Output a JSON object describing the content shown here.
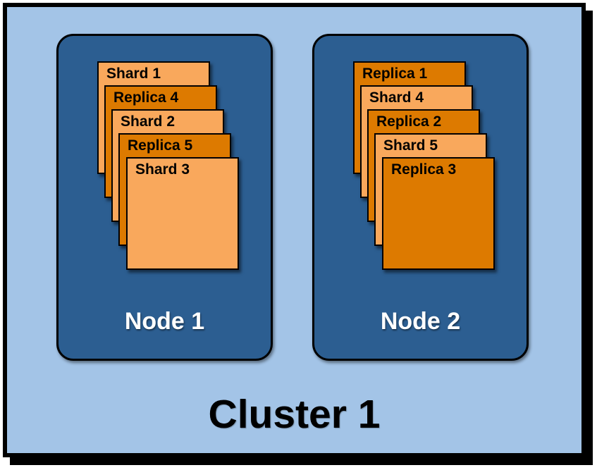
{
  "cluster": {
    "label": "Cluster 1",
    "nodes": [
      {
        "label": "Node 1",
        "cards": [
          {
            "label": "Shard 1",
            "type": "shard"
          },
          {
            "label": "Replica 4",
            "type": "replica"
          },
          {
            "label": "Shard 2",
            "type": "shard"
          },
          {
            "label": "Replica 5",
            "type": "replica"
          },
          {
            "label": "Shard 3",
            "type": "shard"
          }
        ]
      },
      {
        "label": "Node 2",
        "cards": [
          {
            "label": "Replica 1",
            "type": "replica"
          },
          {
            "label": "Shard 4",
            "type": "shard"
          },
          {
            "label": "Replica 2",
            "type": "replica"
          },
          {
            "label": "Shard 5",
            "type": "shard"
          },
          {
            "label": "Replica 3",
            "type": "replica"
          }
        ]
      }
    ]
  },
  "colors": {
    "cluster_fill": "#A3C4E7",
    "node_fill": "#2C5E91",
    "shard_fill": "#F9A85C",
    "replica_fill": "#DD7A00",
    "outline": "#000000",
    "node_label": "#FFFFFF",
    "card_label": "#000000",
    "cluster_label": "#000000"
  }
}
